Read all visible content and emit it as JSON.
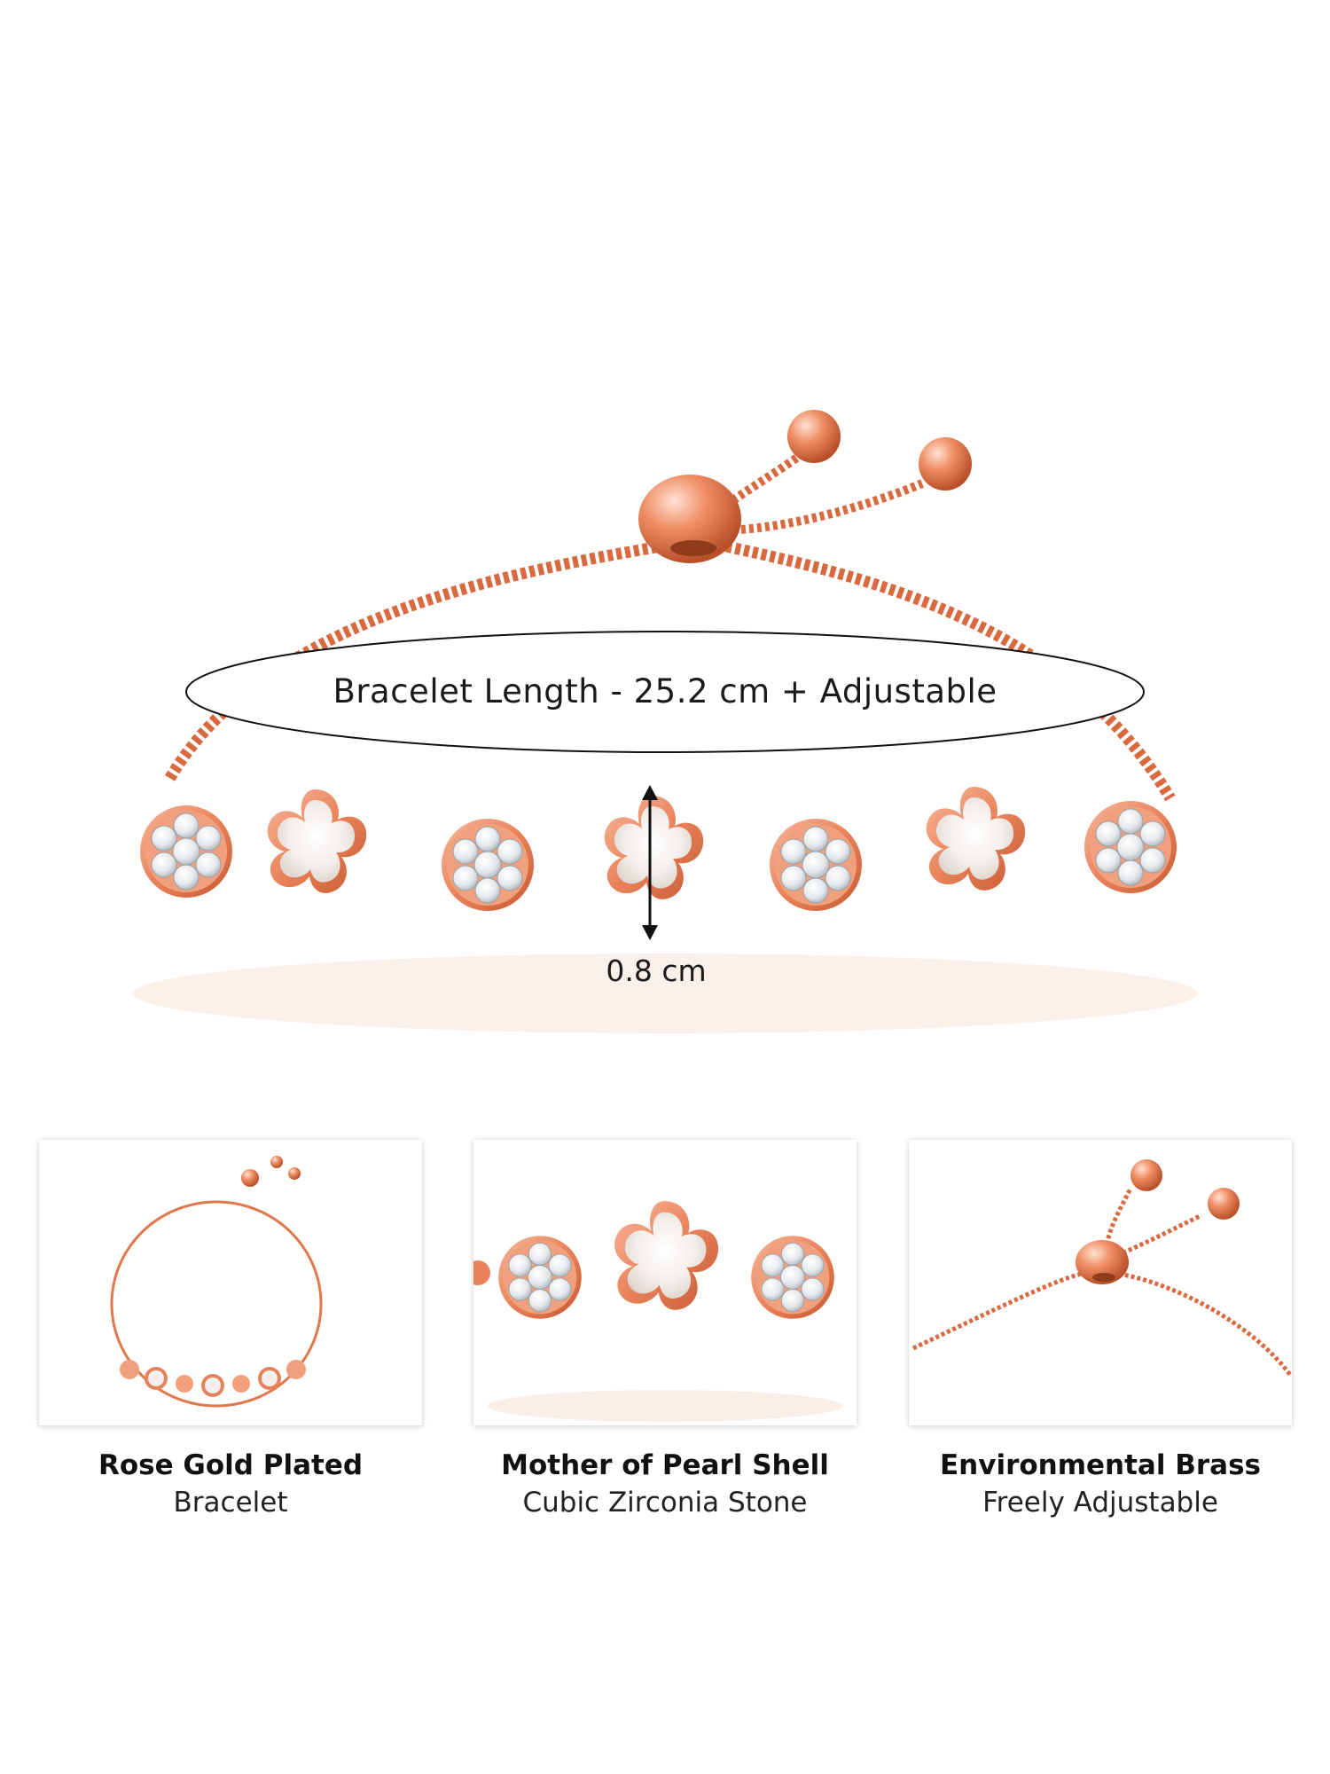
{
  "hero": {
    "length_text": "Bracelet Length - 25.2 cm + Adjustable",
    "width_text": "0.8 cm",
    "colors": {
      "rose_gold": "#e9825a",
      "rose_gold_dark": "#c75a32",
      "pearl": "#f4efea",
      "zircon": "#eceff2"
    }
  },
  "features": [
    {
      "title": "Rose Gold Plated",
      "subtitle": "Bracelet"
    },
    {
      "title": "Mother of Pearl Shell",
      "subtitle": "Cubic Zirconia Stone"
    },
    {
      "title": "Environmental Brass",
      "subtitle": "Freely Adjustable"
    }
  ]
}
